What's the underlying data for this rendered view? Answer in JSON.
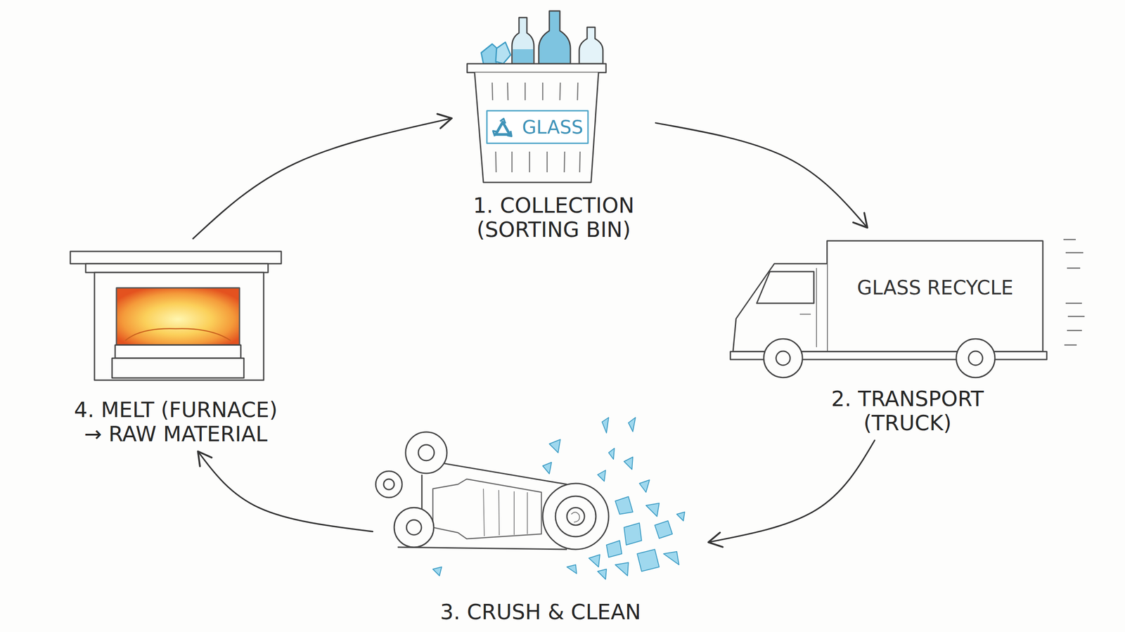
{
  "diagram": {
    "nodes": [
      {
        "text": [
          "1. COLLECTION (SORTING BIN)"
        ]
      },
      {
        "text": [
          "2. TRANSPORT (TRUCK)"
        ]
      },
      {
        "text": [
          "3. CRUSH & CLEAN"
        ]
      },
      {
        "text": [
          "4. MELT (FURNACE) → RAW MATERIAL"
        ]
      }
    ],
    "edges": [
      {
        "from": 0,
        "to": 1,
        "arrow": "to"
      },
      {
        "from": 1,
        "to": 2,
        "arrow": "to"
      },
      {
        "from": 2,
        "to": 3,
        "arrow": "to"
      },
      {
        "from": 3,
        "to": 0,
        "arrow": "to"
      }
    ],
    "labels": [
      "GLASS",
      "GLASS RECYCLE"
    ]
  }
}
